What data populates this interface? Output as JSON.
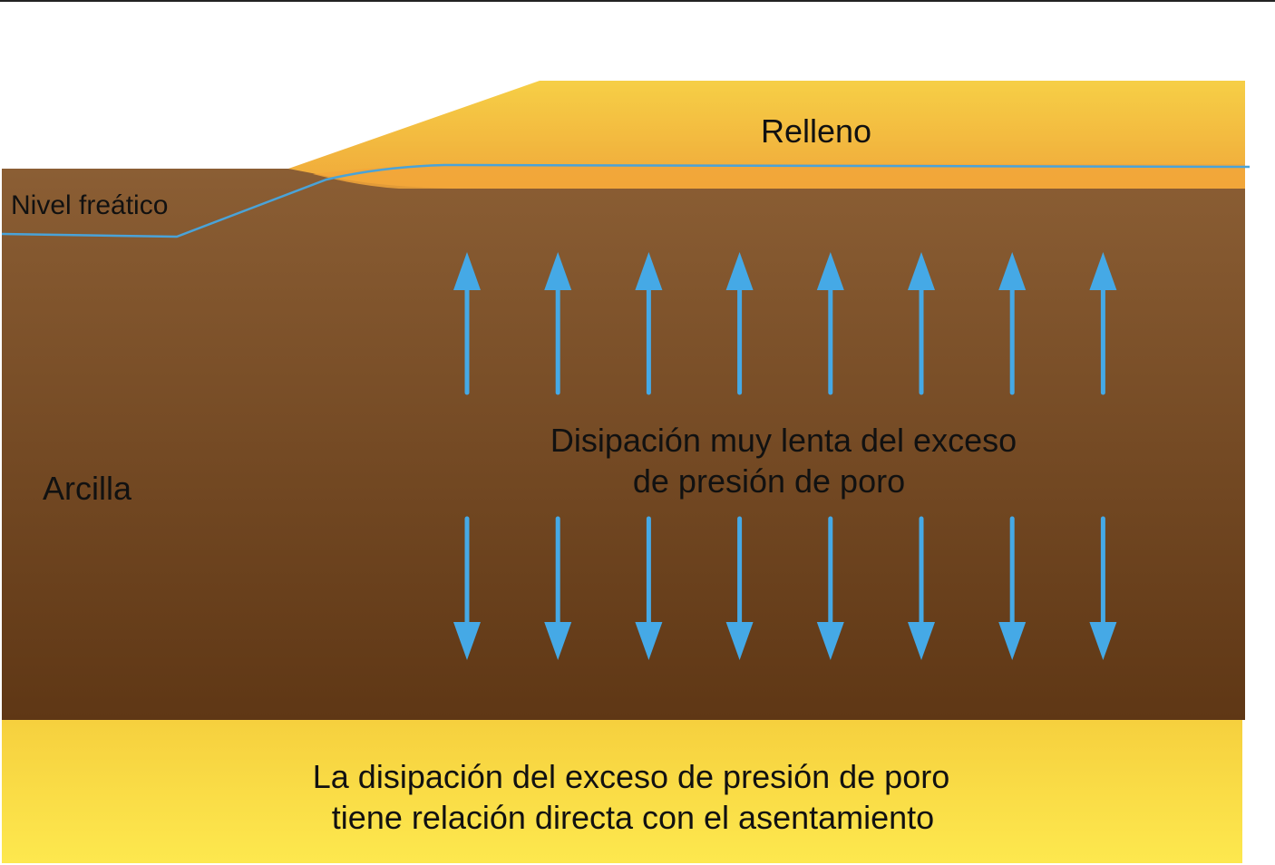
{
  "labels": {
    "fill": "Relleno",
    "water_table": "Nivel freático",
    "clay": "Arcilla",
    "dissipation_line1": "Disipación muy lenta del exceso",
    "dissipation_line2": "de presión de poro",
    "bottom_line1": "La disipación del exceso de presión de poro",
    "bottom_line2": "tiene relación directa con el asentamiento"
  },
  "arrows": {
    "up_count": 8,
    "down_count": 8
  },
  "colors": {
    "clay_top": "#8b5e34",
    "clay_bottom": "#5f3715",
    "fill_top": "#f6cf46",
    "fill_bottom": "#f0a83a",
    "base_sand_top": "#f6d03e",
    "base_sand_bottom": "#fde84e",
    "water_line": "#4aa3d8",
    "arrow": "#45a9e6",
    "text": "#111111"
  }
}
